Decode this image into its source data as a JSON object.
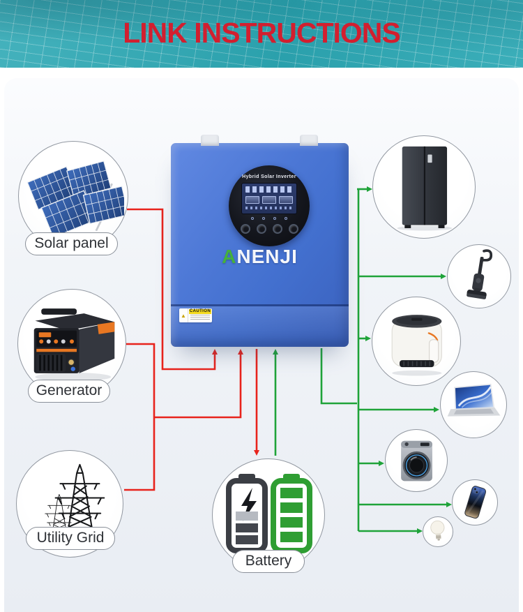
{
  "header": {
    "title": "LINK INSTRUCTIONS"
  },
  "colors": {
    "header_teal": "#2fa9b5",
    "title_red": "#d21f2f",
    "source_line_red": "#e8231c",
    "load_line_green": "#1fa339",
    "inverter_blue": "#4a74d2",
    "battery_green": "#2f9e33"
  },
  "inverter": {
    "display_title": "Hybrid Solar Inverter",
    "brand": "ANENJI",
    "caution_label": "CAUTION"
  },
  "sources": [
    {
      "id": "solar-panel",
      "label": "Solar panel",
      "icon": "solar-panel-icon"
    },
    {
      "id": "generator",
      "label": "Generator",
      "icon": "generator-icon"
    },
    {
      "id": "utility-grid",
      "label": "Utility Grid",
      "icon": "utility-grid-icon"
    }
  ],
  "battery": {
    "label": "Battery",
    "icon": "battery-charge-icon"
  },
  "appliances": [
    {
      "id": "refrigerator",
      "icon": "refrigerator-icon"
    },
    {
      "id": "vacuum-cleaner",
      "icon": "vacuum-cleaner-icon"
    },
    {
      "id": "air-fryer",
      "icon": "air-fryer-icon"
    },
    {
      "id": "laptop",
      "icon": "laptop-icon"
    },
    {
      "id": "washing-machine",
      "icon": "washing-machine-icon"
    },
    {
      "id": "smartphone",
      "icon": "smartphone-icon"
    },
    {
      "id": "light-bulb",
      "icon": "light-bulb-icon"
    }
  ]
}
